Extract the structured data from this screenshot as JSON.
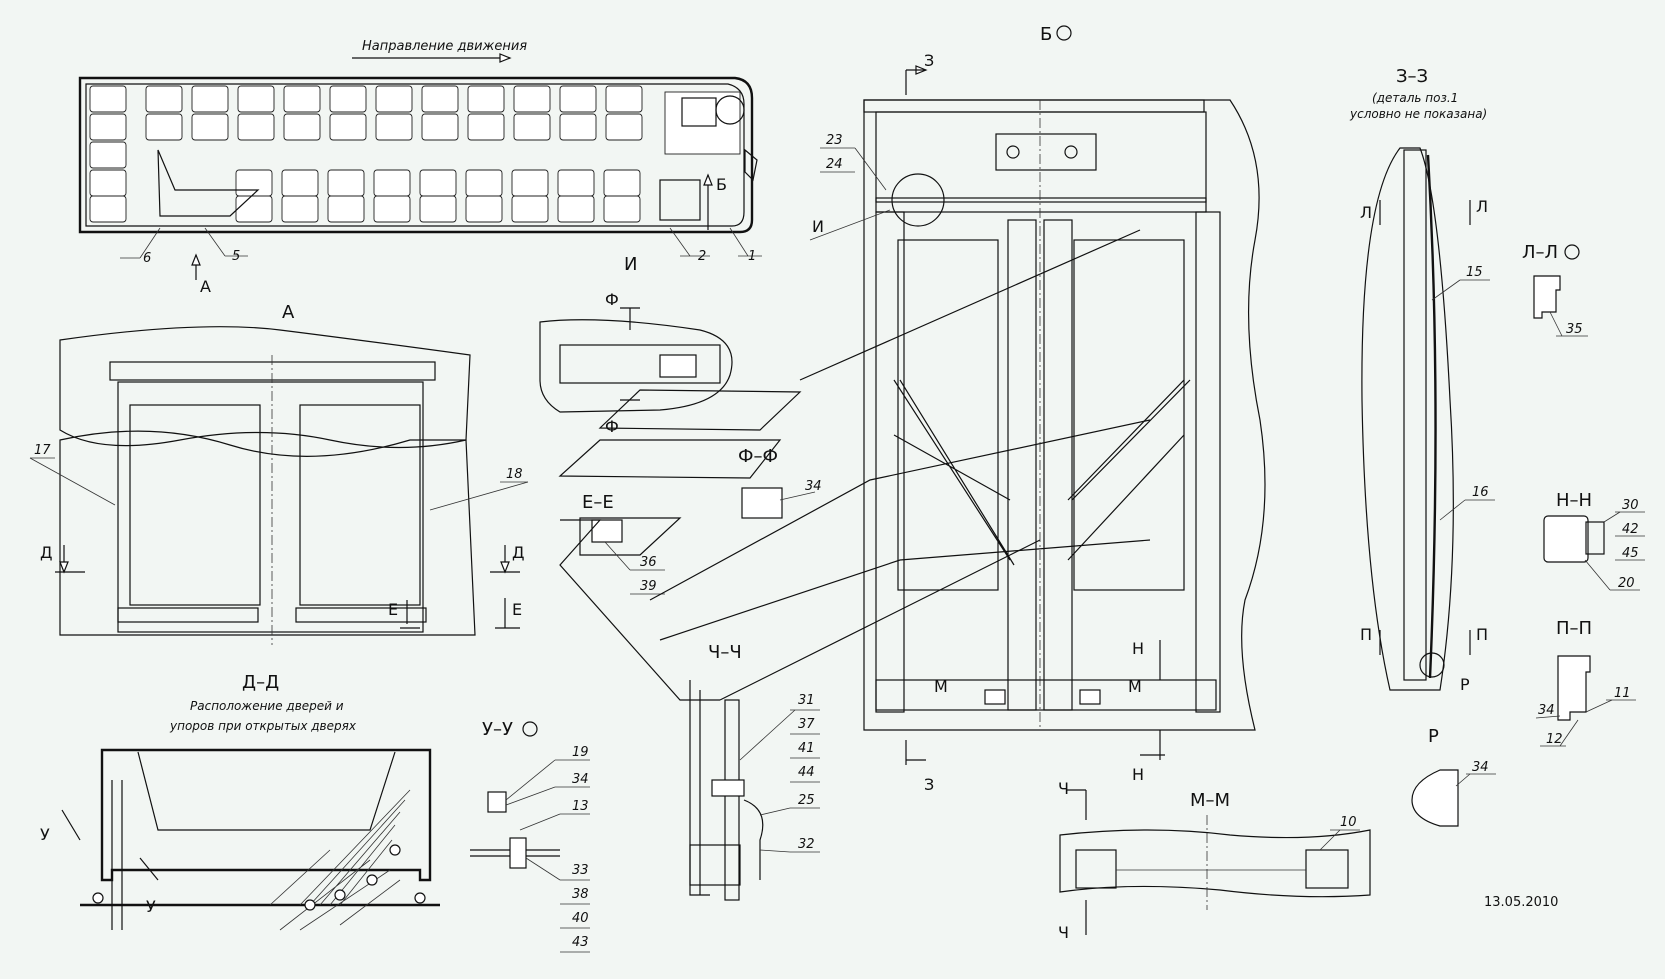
{
  "direction_note": "Направление движения",
  "date": "13.05.2010",
  "views": {
    "view_A": "А",
    "view_B": "Б",
    "view_I": "И",
    "view_DD": "Д–Д",
    "view_DD_caption_1": "Расположение дверей и",
    "view_DD_caption_2": "упоров при открытых дверях",
    "view_UU": "У–У",
    "view_FF": "Ф–Ф",
    "view_EE": "Е–Е",
    "view_CHCH": "Ч–Ч",
    "view_MM": "М–М",
    "view_ZZ": "З–З",
    "view_ZZ_note_1": "(деталь поз.1",
    "view_ZZ_note_2": "условно не показана)",
    "view_LL": "Л–Л",
    "view_NN": "Н–Н",
    "view_PP": "П–П",
    "view_R": "Р"
  },
  "section_marks": {
    "A": "А",
    "B": "Б",
    "D": "Д",
    "E": "Е",
    "F": "Ф",
    "I": "И",
    "Z": "З",
    "L": "Л",
    "P": "П",
    "N": "Н",
    "M": "М",
    "CH": "Ч",
    "U": "У",
    "R": "Р"
  },
  "callouts": {
    "c1": "1",
    "c2": "2",
    "c5": "5",
    "c6": "6",
    "c10": "10",
    "c11": "11",
    "c12": "12",
    "c13": "13",
    "c15": "15",
    "c16": "16",
    "c17": "17",
    "c18": "18",
    "c19": "19",
    "c20": "20",
    "c23": "23",
    "c24": "24",
    "c25": "25",
    "c30": "30",
    "c31": "31",
    "c32": "32",
    "c33": "33",
    "c34a": "34",
    "c34b": "34",
    "c34c": "34",
    "c34d": "34",
    "c35": "35",
    "c36": "36",
    "c37": "37",
    "c38": "38",
    "c39": "39",
    "c40": "40",
    "c41": "41",
    "c42": "42",
    "c43": "43",
    "c44": "44",
    "c45": "45"
  },
  "colors": {
    "background": "#f2f6f3",
    "ink": "#111111"
  }
}
